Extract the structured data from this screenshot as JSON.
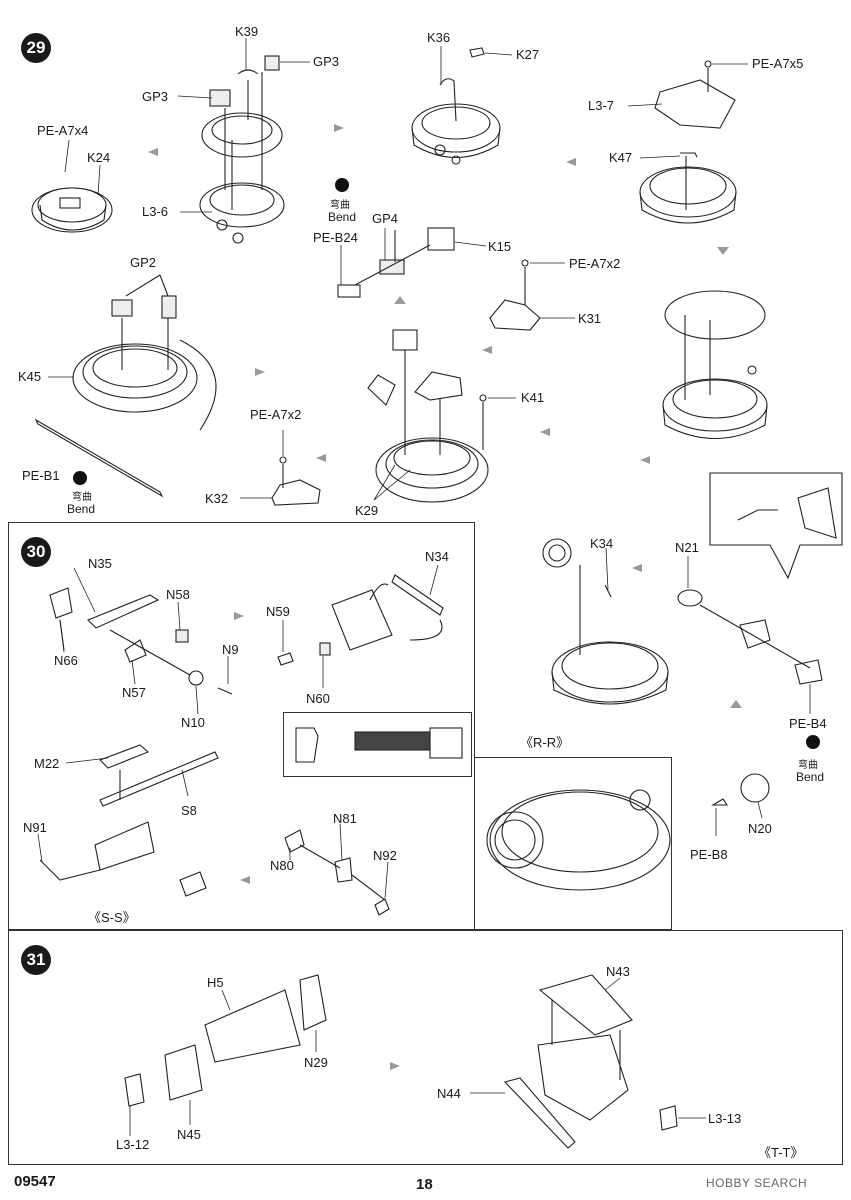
{
  "steps": [
    "29",
    "30",
    "31"
  ],
  "bend_labels": {
    "cn": "弯曲",
    "en": "Bend"
  },
  "step29": {
    "labels": [
      "PE-A7x4",
      "K24",
      "GP3",
      "K39",
      "GP3",
      "L3-6",
      "K36",
      "K27",
      "PE-A7x5",
      "L3-7",
      "K47",
      "PE-B24",
      "GP4",
      "K15",
      "PE-A7x2",
      "K31",
      "GP2",
      "K45",
      "PE-B1",
      "PE-A7x2",
      "K32",
      "K41",
      "K29"
    ]
  },
  "step30": {
    "labels": [
      "N35",
      "N58",
      "N66",
      "N57",
      "N9",
      "N10",
      "N59",
      "N60",
      "N34",
      "M22",
      "S8",
      "N91",
      "N81",
      "N92",
      "N80",
      "K34",
      "N21",
      "PE-B4",
      "N20",
      "PE-B8"
    ],
    "sections": [
      "《S-S》",
      "《R-R》"
    ]
  },
  "step31": {
    "labels": [
      "H5",
      "N29",
      "L3-12",
      "N45",
      "N43",
      "N44",
      "L3-13"
    ],
    "sections": [
      "《T-T》"
    ]
  },
  "footer": {
    "code": "09547",
    "page": "18",
    "watermark": "HOBBY SEARCH"
  }
}
